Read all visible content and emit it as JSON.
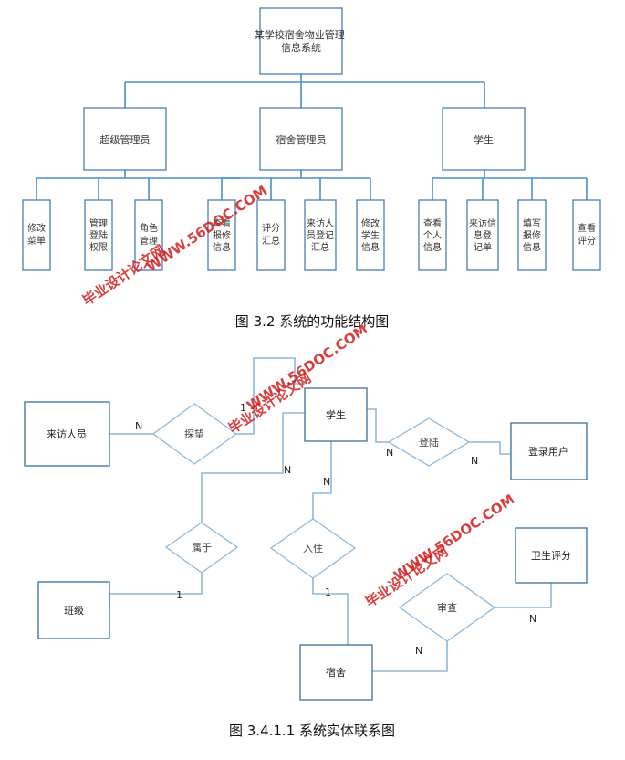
{
  "structure_diagram": {
    "root": "某学校宿舍物业管理信息系统",
    "roles": [
      "超级管理员",
      "宿舍管理员",
      "学生"
    ],
    "functions": {
      "super_admin": [
        "修改菜单",
        "管理登陆权限",
        "角色管理"
      ],
      "dorm_admin": [
        "查看报修信息",
        "评分汇总",
        "来访人员登记汇总",
        "修改学生信息"
      ],
      "student": [
        "查看个人信息",
        "来访信息登记单",
        "填写报修信息",
        "查看评分"
      ]
    },
    "caption": "图 3.2 系统的功能结构图"
  },
  "er_diagram": {
    "entities": {
      "visitor": "来访人员",
      "student": "学生",
      "login_user": "登录用户",
      "hygiene": "卫生评分",
      "class": "班级",
      "dorm": "宿舍"
    },
    "relations": {
      "visit": "探望",
      "login": "登陆",
      "belong": "属于",
      "live": "入住",
      "review": "审查"
    },
    "cardinalities": {
      "visitor_visit": "N",
      "visit_student": "1",
      "student_login": "N",
      "login_user": "N",
      "student_belong": "N",
      "belong_class": "1",
      "student_live": "N",
      "live_dorm": "1",
      "dorm_review": "N",
      "review_hygiene": "N"
    },
    "caption": "图 3.4.1.1  系统实体联系图"
  },
  "watermark": {
    "url": "WWW.56DOC.COM",
    "site": "毕业设计论文网"
  },
  "colors": {
    "box_border": "#4a7eb0",
    "connector": "#4a90c8",
    "er_connector": "#8fb8d8",
    "watermark": "#d21e1e"
  }
}
